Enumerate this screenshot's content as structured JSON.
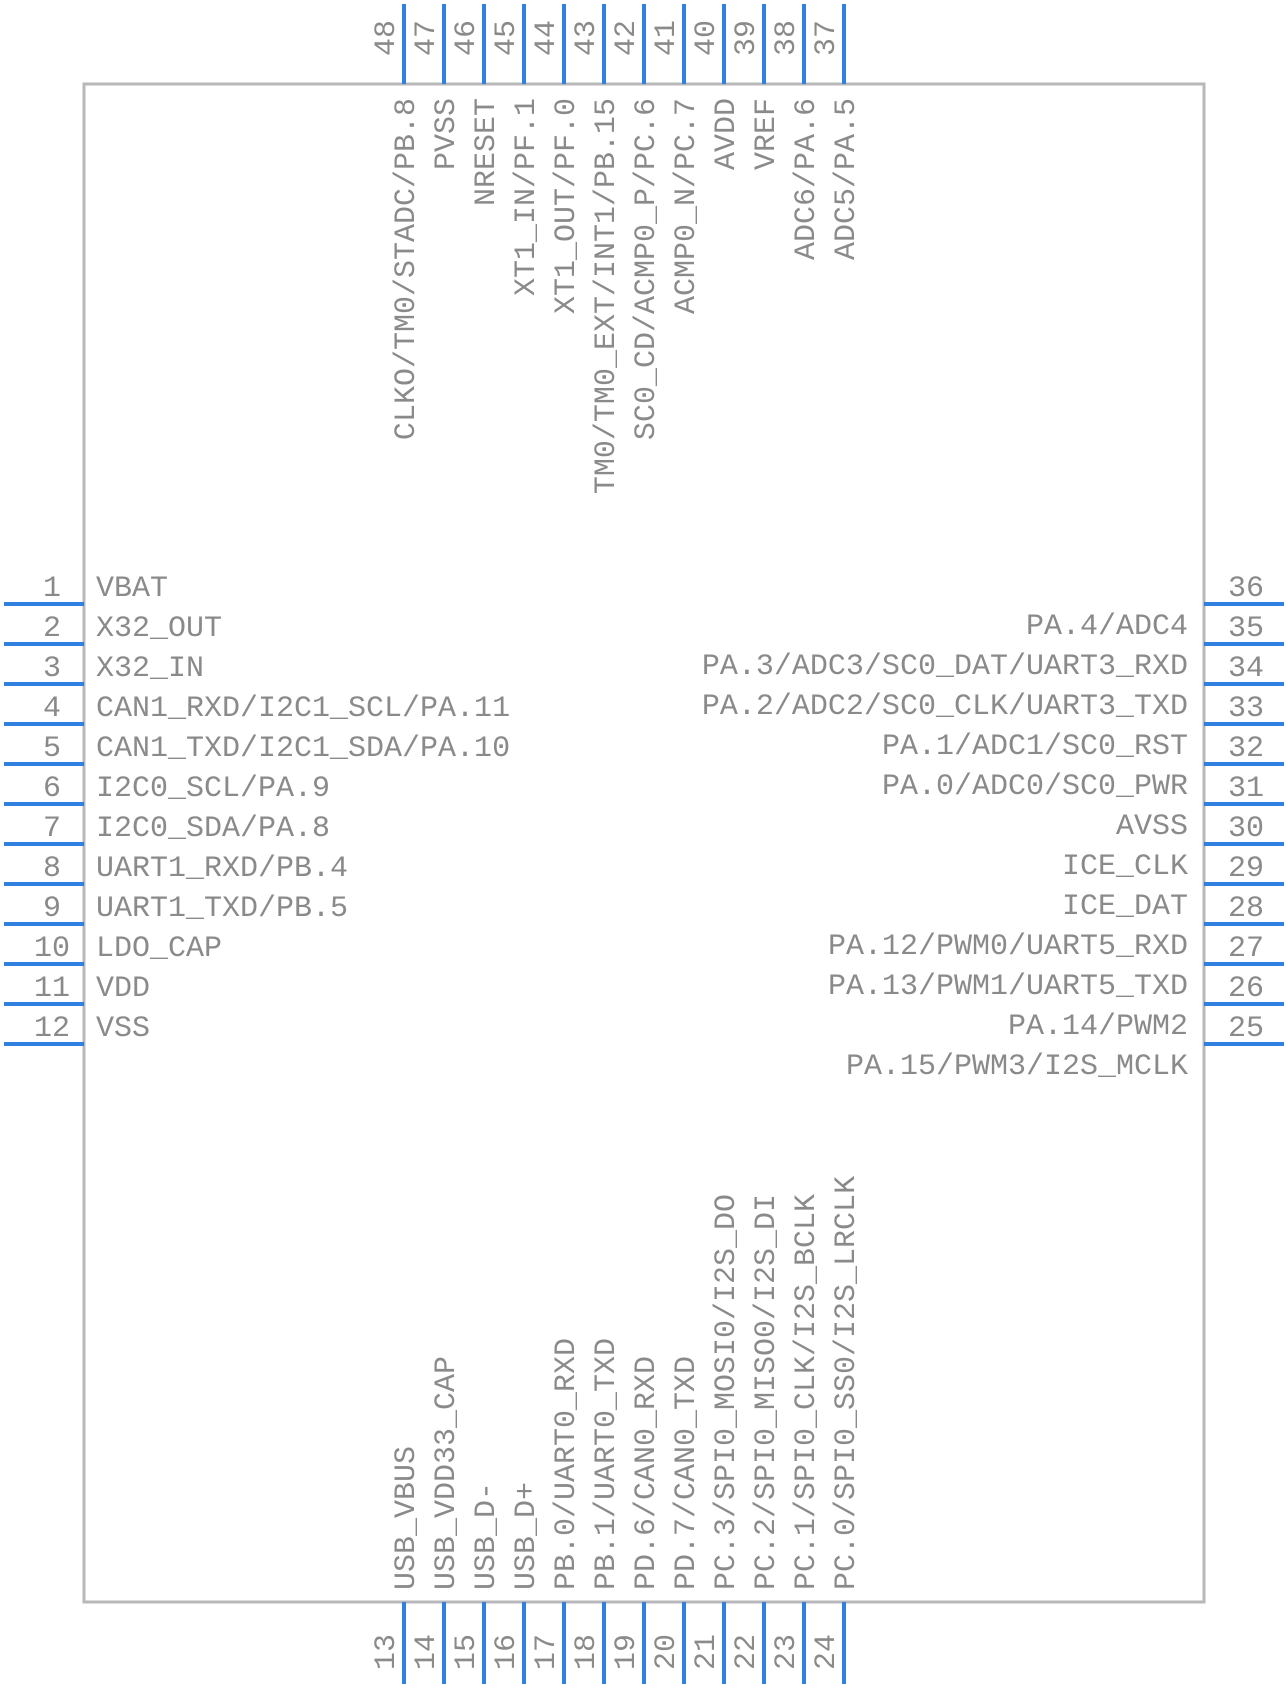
{
  "pins": {
    "left": [
      {
        "num": "1",
        "label": "VBAT"
      },
      {
        "num": "2",
        "label": "X32_OUT"
      },
      {
        "num": "3",
        "label": "X32_IN"
      },
      {
        "num": "4",
        "label": "CAN1_RXD/I2C1_SCL/PA.11"
      },
      {
        "num": "5",
        "label": "CAN1_TXD/I2C1_SDA/PA.10"
      },
      {
        "num": "6",
        "label": "I2C0_SCL/PA.9"
      },
      {
        "num": "7",
        "label": "I2C0_SDA/PA.8"
      },
      {
        "num": "8",
        "label": "UART1_RXD/PB.4"
      },
      {
        "num": "9",
        "label": "UART1_TXD/PB.5"
      },
      {
        "num": "10",
        "label": "LDO_CAP"
      },
      {
        "num": "11",
        "label": "VDD"
      },
      {
        "num": "12",
        "label": "VSS"
      }
    ],
    "bottom": [
      {
        "num": "13",
        "label": "USB_VBUS"
      },
      {
        "num": "14",
        "label": "USB_VDD33_CAP"
      },
      {
        "num": "15",
        "label": "USB_D-"
      },
      {
        "num": "16",
        "label": "USB_D+"
      },
      {
        "num": "17",
        "label": "PB.0/UART0_RXD"
      },
      {
        "num": "18",
        "label": "PB.1/UART0_TXD"
      },
      {
        "num": "19",
        "label": "PD.6/CAN0_RXD"
      },
      {
        "num": "20",
        "label": "PD.7/CAN0_TXD"
      },
      {
        "num": "21",
        "label": "PC.3/SPI0_MOSI0/I2S_DO"
      },
      {
        "num": "22",
        "label": "PC.2/SPI0_MISO0/I2S_DI"
      },
      {
        "num": "23",
        "label": "PC.1/SPI0_CLK/I2S_BCLK"
      },
      {
        "num": "24",
        "label": "PC.0/SPI0_SS0/I2S_LRCLK"
      }
    ],
    "right": [
      {
        "num": "25",
        "label": "PA.15/PWM3/I2S_MCLK"
      },
      {
        "num": "26",
        "label": "PA.14/PWM2"
      },
      {
        "num": "27",
        "label": "PA.13/PWM1/UART5_TXD"
      },
      {
        "num": "28",
        "label": "PA.12/PWM0/UART5_RXD"
      },
      {
        "num": "29",
        "label": "ICE_DAT"
      },
      {
        "num": "30",
        "label": "ICE_CLK"
      },
      {
        "num": "31",
        "label": "AVSS"
      },
      {
        "num": "32",
        "label": "PA.0/ADC0/SC0_PWR"
      },
      {
        "num": "33",
        "label": "PA.1/ADC1/SC0_RST"
      },
      {
        "num": "34",
        "label": "PA.2/ADC2/SC0_CLK/UART3_TXD"
      },
      {
        "num": "35",
        "label": "PA.3/ADC3/SC0_DAT/UART3_RXD"
      },
      {
        "num": "36",
        "label": "PA.4/ADC4"
      }
    ],
    "top": [
      {
        "num": "37",
        "label": "ADC5/PA.5"
      },
      {
        "num": "38",
        "label": "ADC6/PA.6"
      },
      {
        "num": "39",
        "label": "VREF"
      },
      {
        "num": "40",
        "label": "AVDD"
      },
      {
        "num": "41",
        "label": "ACMP0_N/PC.7"
      },
      {
        "num": "42",
        "label": "SC0_CD/ACMP0_P/PC.6"
      },
      {
        "num": "43",
        "label": "TM0/TM0_EXT/INT1/PB.15"
      },
      {
        "num": "44",
        "label": "XT1_OUT/PF.0"
      },
      {
        "num": "45",
        "label": "XT1_IN/PF.1"
      },
      {
        "num": "46",
        "label": "NRESET"
      },
      {
        "num": "47",
        "label": "PVSS"
      },
      {
        "num": "48",
        "label": "CLKO/TM0/STADC/PB.8"
      }
    ]
  }
}
